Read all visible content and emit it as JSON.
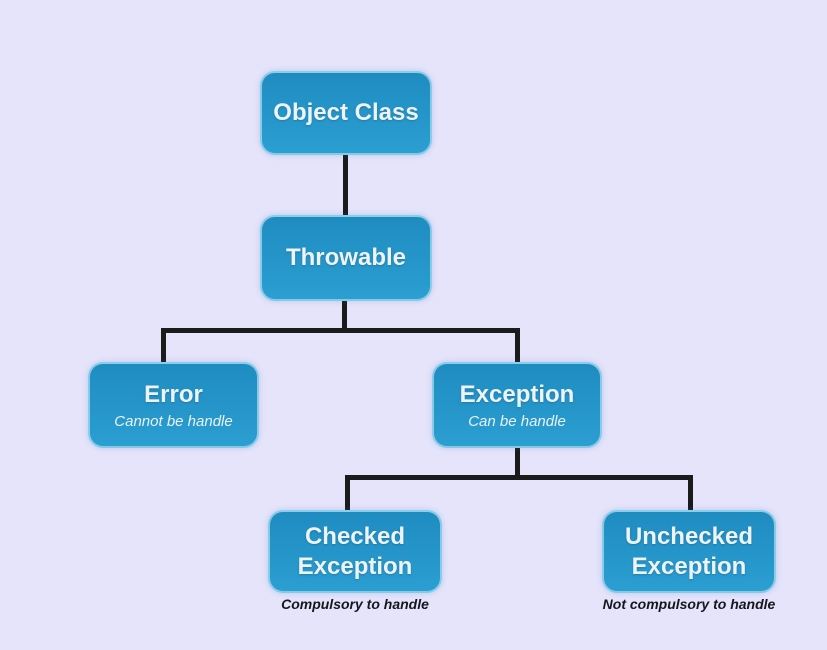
{
  "diagram": {
    "nodes": {
      "object_class": {
        "label": "Object Class"
      },
      "throwable": {
        "label": "Throwable"
      },
      "error": {
        "label": "Error",
        "subtitle": "Cannot be handle"
      },
      "exception": {
        "label": "Exception",
        "subtitle": "Can be handle"
      },
      "checked_exception": {
        "label": "Checked Exception",
        "caption": "Compulsory to handle"
      },
      "unchecked_exception": {
        "label": "Unchecked Exception",
        "caption": "Not compulsory to handle"
      }
    },
    "edges": [
      {
        "from": "object_class",
        "to": "throwable"
      },
      {
        "from": "throwable",
        "to": "error"
      },
      {
        "from": "throwable",
        "to": "exception"
      },
      {
        "from": "exception",
        "to": "checked_exception"
      },
      {
        "from": "exception",
        "to": "unchecked_exception"
      }
    ],
    "colors": {
      "background": "#e5e4fb",
      "node_fill": "#2190c4",
      "node_border": "#aaddf2",
      "node_text": "#eef3f7",
      "connector": "#1b1b1b",
      "caption_text": "#16161f"
    }
  }
}
